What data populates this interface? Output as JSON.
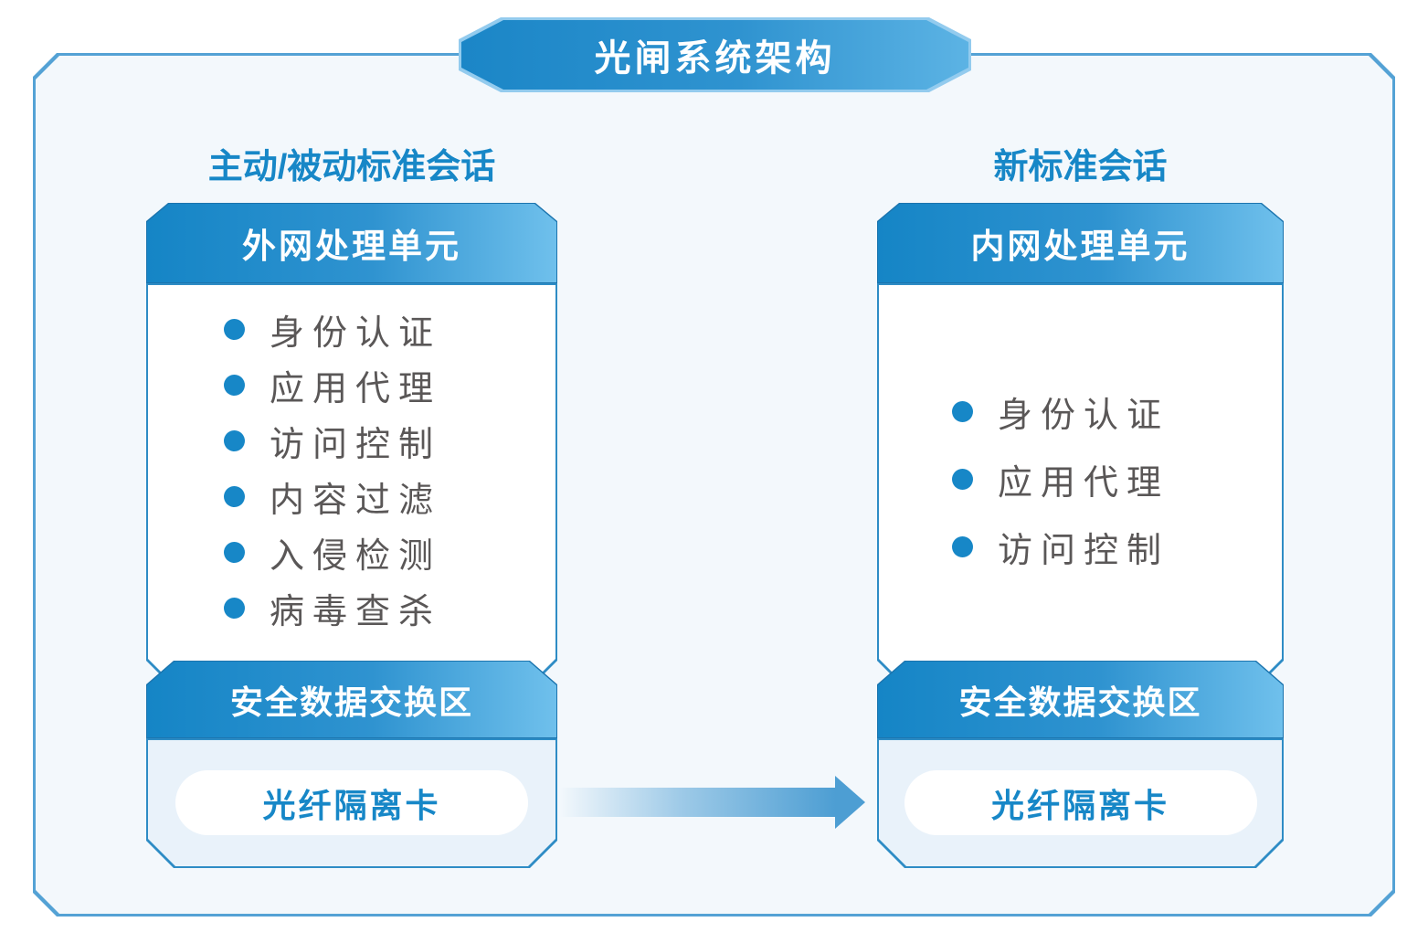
{
  "diagram": {
    "title": "光闸系统架构",
    "panels": [
      {
        "session_label": "主动/被动标准会话",
        "unit_title": "外网处理单元",
        "features": [
          "身份认证",
          "应用代理",
          "访问控制",
          "内容过滤",
          "入侵检测",
          "病毒查杀"
        ],
        "exchange_zone_title": "安全数据交换区",
        "isolation_card_label": "光纤隔离卡"
      },
      {
        "session_label": "新标准会话",
        "unit_title": "内网处理单元",
        "features": [
          "身份认证",
          "应用代理",
          "访问控制"
        ],
        "exchange_zone_title": "安全数据交换区",
        "isolation_card_label": "光纤隔离卡"
      }
    ],
    "arrow": {
      "direction": "left-to-right"
    },
    "colors": {
      "brand_blue": "#1787c7",
      "header_gradient_start": "#1585c6",
      "header_gradient_end": "#6fc0ec",
      "outer_border": "#54a2d5",
      "outer_background": "#f3f8fc",
      "section_background": "#e9f2fa",
      "list_text": "#5a5757",
      "arrow_blue": "#4d9ed3"
    }
  }
}
